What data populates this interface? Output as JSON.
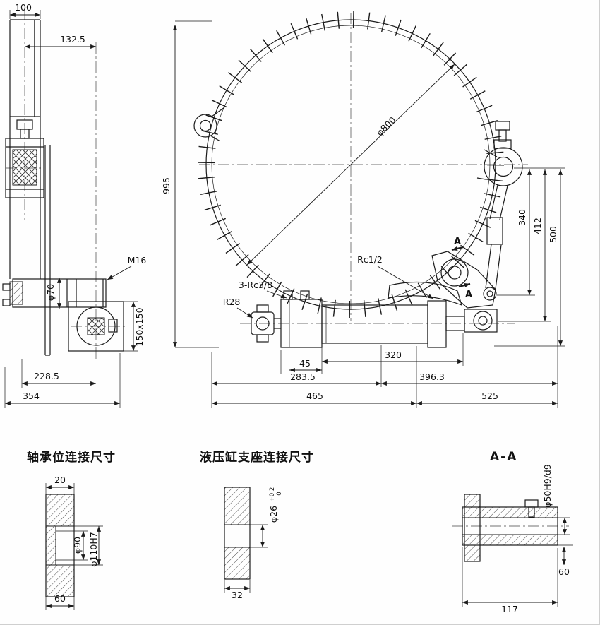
{
  "colors": {
    "ink": "#1b1b1b",
    "paper": "#fefefe"
  },
  "main": {
    "dim_100": "100",
    "dim_132_5": "132.5",
    "dim_995": "995",
    "dim_phi800": "φ800",
    "dim_phi70": "φ70",
    "label_m16": "M16",
    "dim_150x150": "150x150",
    "dim_228_5": "228.5",
    "dim_354": "354",
    "label_rc12": "Rc1/2",
    "label_3rc38": "3-Rc3/8",
    "label_r28": "R28",
    "dim_340": "340",
    "dim_412": "412",
    "dim_500": "500",
    "dim_45": "45",
    "dim_320": "320",
    "dim_283_5": "283.5",
    "dim_396_3": "396.3",
    "dim_465": "465",
    "dim_525": "525",
    "section_label": "A"
  },
  "details": {
    "bearing": {
      "title": "轴承位连接尺寸",
      "dim_20": "20",
      "dim_phi90": "φ90",
      "dim_phi110": "φ110H7",
      "dim_60": "60"
    },
    "support": {
      "title": "液压缸支座连接尺寸",
      "dim_phi26": "φ26",
      "tol_upper": "+0.2",
      "tol_lower": "0",
      "dim_32": "32"
    },
    "section": {
      "title": "A-A",
      "dim_phi50": "φ50H9/d9",
      "dim_60": "60",
      "dim_117": "117"
    }
  }
}
